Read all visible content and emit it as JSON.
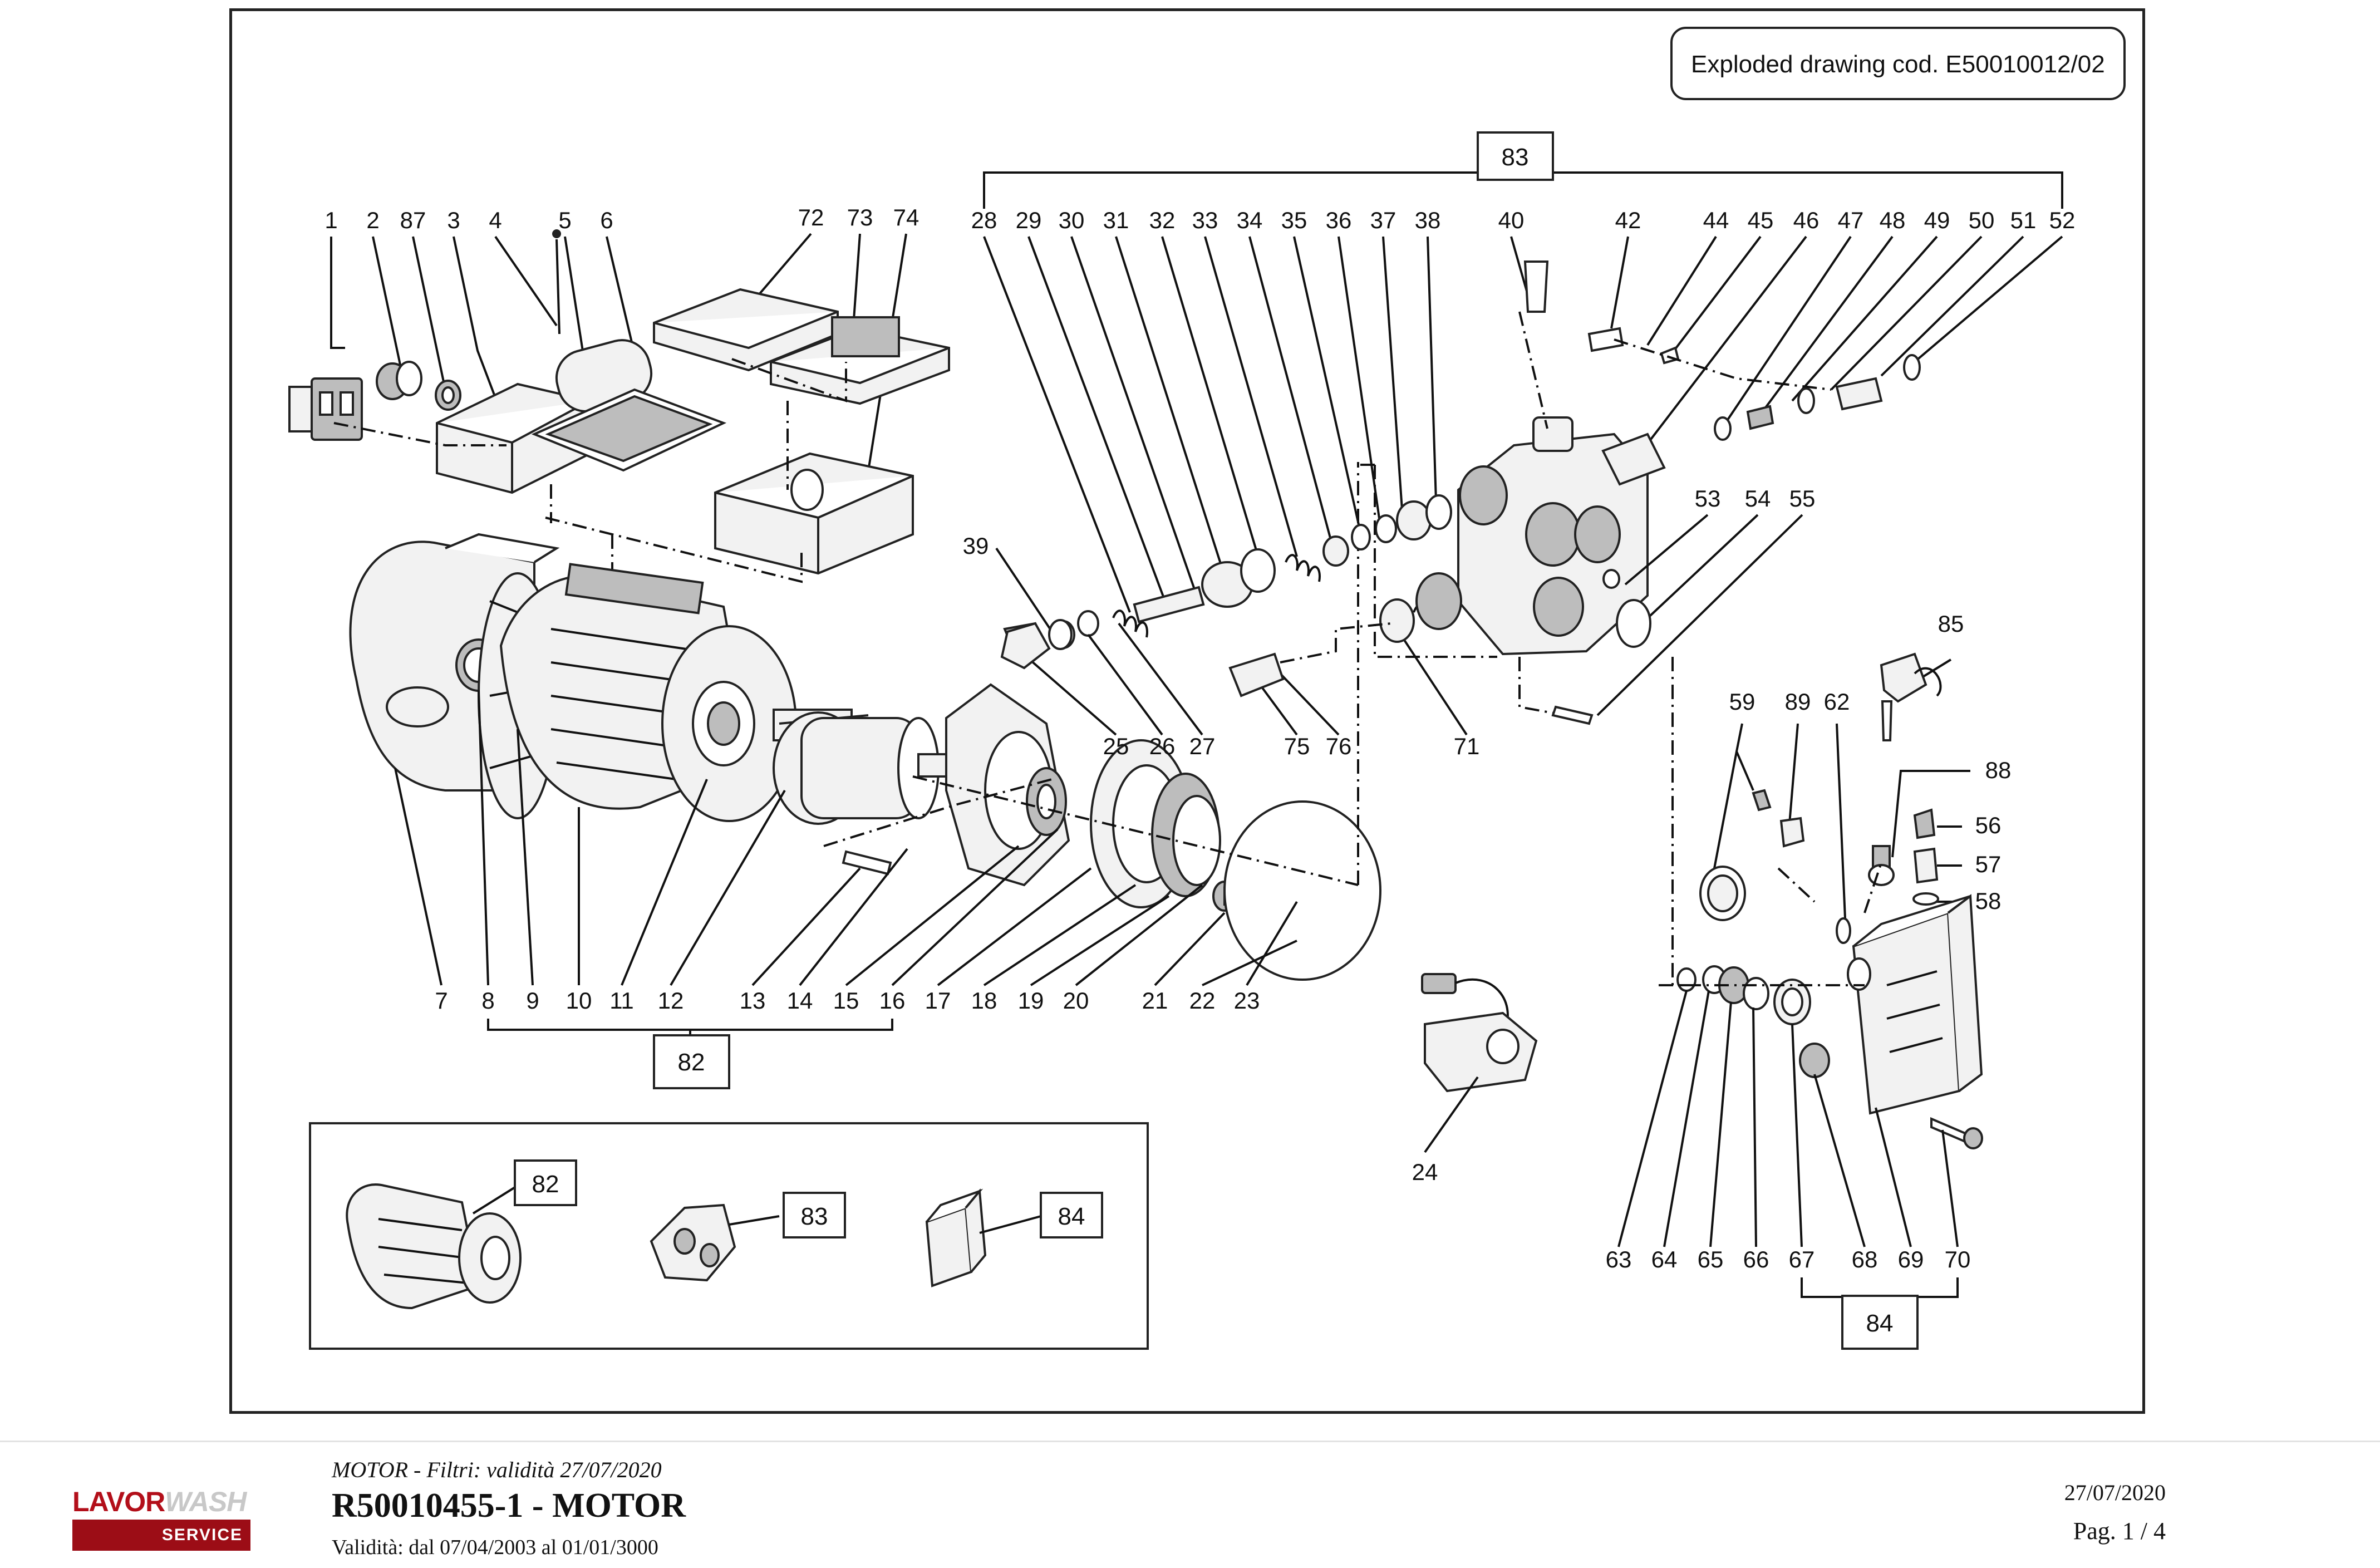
{
  "drawing": {
    "title": "Exploded drawing cod. E50010012/02",
    "parts_row_top": [
      "1",
      "2",
      "87",
      "3",
      "4",
      "5",
      "6",
      "72",
      "73",
      "74"
    ],
    "parts_row_pump_top": [
      "28",
      "29",
      "30",
      "31",
      "32",
      "33",
      "34",
      "35",
      "36",
      "37",
      "38",
      "40",
      "42",
      "44",
      "45",
      "46",
      "47",
      "48",
      "49",
      "50",
      "51",
      "52"
    ],
    "parts_row_bottom": [
      "7",
      "8",
      "9",
      "10",
      "11",
      "12",
      "13",
      "14",
      "15",
      "16",
      "17",
      "18",
      "19",
      "20",
      "21",
      "22",
      "23"
    ],
    "parts_mid": [
      "39",
      "25",
      "26",
      "27",
      "75",
      "76",
      "71",
      "53",
      "54",
      "55"
    ],
    "parts_valve": [
      "85",
      "88",
      "56",
      "57",
      "58",
      "59",
      "89",
      "62"
    ],
    "parts_valve_bottom": [
      "63",
      "64",
      "65",
      "66",
      "67",
      "68",
      "69",
      "70"
    ],
    "part_24": "24",
    "group_labels": {
      "motor": "82",
      "pump_head": "83",
      "valve_block": "84"
    },
    "inset_labels": [
      "82",
      "83",
      "84"
    ]
  },
  "footer": {
    "subtitle": "MOTOR - Filtri: validità 27/07/2020",
    "code": "R50010455-1 - MOTOR",
    "validity": "Validità: dal 07/04/2003 al 01/01/3000",
    "date": "27/07/2020",
    "page": "Pag. 1 / 4",
    "logo_top_dark": "LAVOR",
    "logo_top_light": "WASH",
    "logo_bottom": "SERVICE"
  },
  "colors": {
    "logo_red": "#9c0d16",
    "line": "#111111"
  }
}
